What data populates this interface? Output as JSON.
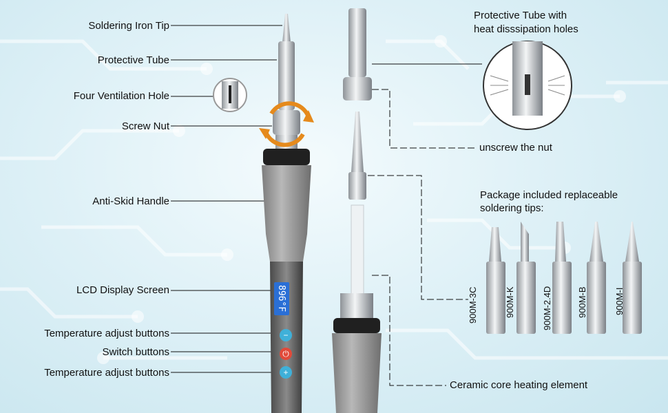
{
  "labels": {
    "tip": "Soldering Iron Tip",
    "protective_tube": "Protective Tube",
    "ventilation": "Four Ventilation Hole",
    "screw_nut": "Screw Nut",
    "handle": "Anti-Skid Handle",
    "lcd": "LCD Display Screen",
    "temp_adjust_top": "Temperature adjust buttons",
    "switch": "Switch buttons",
    "temp_adjust_bottom": "Temperature adjust buttons",
    "tube_holes_line1": "Protective Tube with",
    "tube_holes_line2": "heat disssipation holes",
    "unscrew": "unscrew the nut",
    "package_line1": "Package included replaceable",
    "package_line2": "soldering tips:",
    "ceramic": "Ceramic core heating element"
  },
  "lcd_reading": "896°F",
  "tips": [
    "900M-3C",
    "900M-K",
    "900M-2.4D",
    "900M-B",
    "900M-I"
  ],
  "buttons": [
    {
      "name": "minus",
      "symbol": "−",
      "color": "#3fb0d9"
    },
    {
      "name": "power",
      "symbol": "⏻",
      "color": "#e14a3a"
    },
    {
      "name": "plus",
      "symbol": "+",
      "color": "#3fb0d9"
    }
  ],
  "icons": [
    "rotate-arrows-icon",
    "magnifier-circle-icon"
  ],
  "colors": {
    "handle": "#9a9a9a",
    "metal": "#c8ccd0",
    "lcd": "#2a6fd6",
    "nut_arrow": "#e58a1c"
  }
}
